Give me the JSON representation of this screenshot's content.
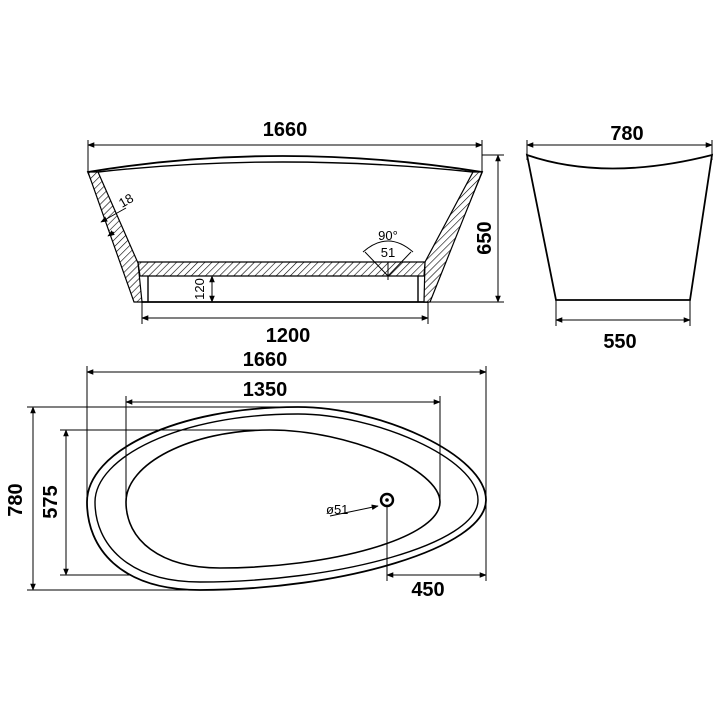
{
  "diagram": {
    "side_view": {
      "overall_length": "1660",
      "base_length": "1200",
      "height": "650",
      "wall_thickness": "18",
      "base_height": "120",
      "drain_angle": "90°",
      "drain_diameter": "51"
    },
    "end_view": {
      "top_width": "780",
      "bottom_width": "550"
    },
    "top_view": {
      "overall_length": "1660",
      "inner_length": "1350",
      "overall_width": "780",
      "inner_width": "575",
      "drain_label": "ø51",
      "drain_offset": "450"
    }
  }
}
